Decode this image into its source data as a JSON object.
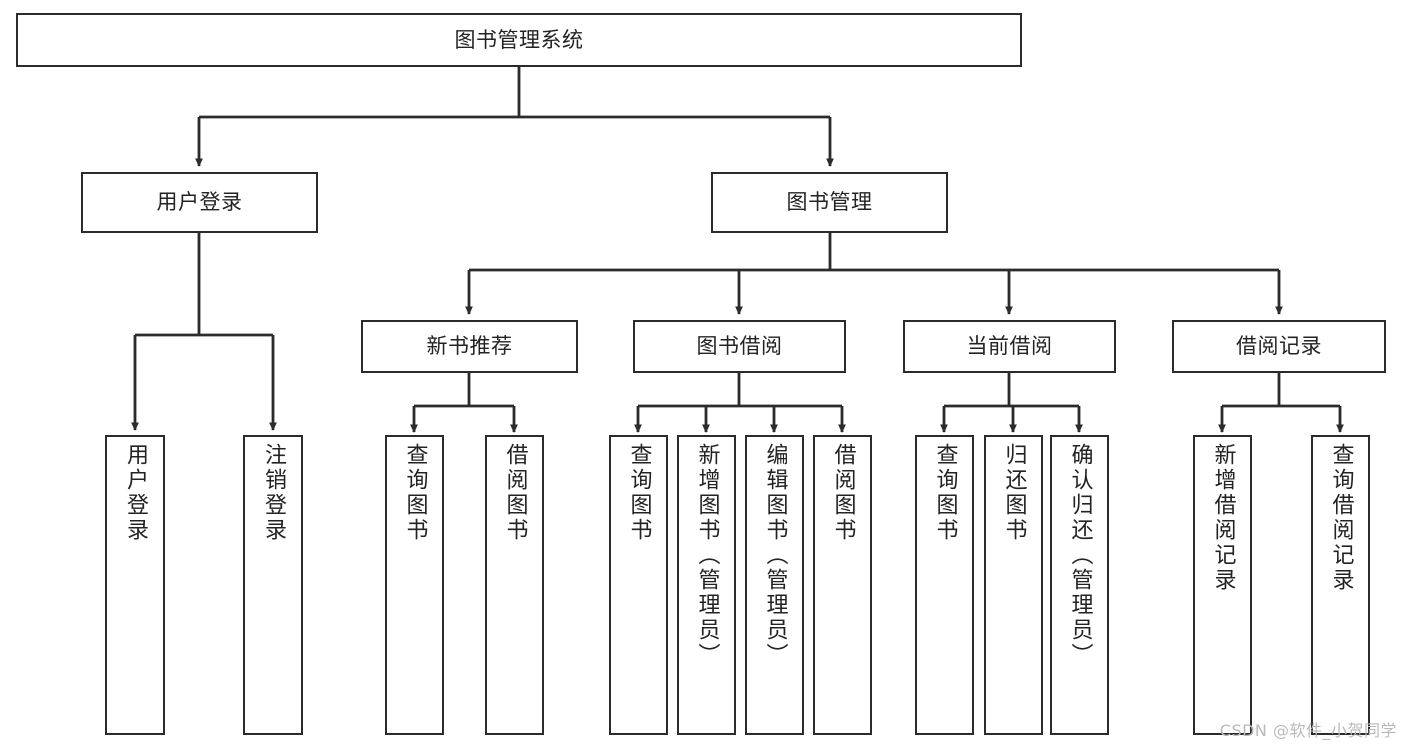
{
  "diagram": {
    "title": "图书管理系统",
    "type": "tree-hierarchy-chart",
    "watermark": "CSDN @软件_小贺同学",
    "colors": {
      "background": "#ffffff",
      "border": "#2b2b2b",
      "text": "#232323",
      "edge": "#2b2b2b",
      "watermark": "#b9b9b9"
    },
    "nodes": {
      "root": {
        "label": "图书管理系统"
      },
      "level1": [
        {
          "id": "user-login",
          "label": "用户登录"
        },
        {
          "id": "book-manage",
          "label": "图书管理"
        }
      ],
      "level2": [
        {
          "id": "new-book-recommend",
          "label": "新书推荐"
        },
        {
          "id": "book-borrow",
          "label": "图书借阅"
        },
        {
          "id": "current-borrow",
          "label": "当前借阅"
        },
        {
          "id": "borrow-record",
          "label": "借阅记录"
        }
      ],
      "leaves": {
        "user_login": [
          {
            "id": "leaf-user-login",
            "label": "用户登录"
          },
          {
            "id": "leaf-logout",
            "label": "注销登录"
          }
        ],
        "new_book_recommend": [
          {
            "id": "leaf-query-book-1",
            "label": "查询图书"
          },
          {
            "id": "leaf-borrow-book-1",
            "label": "借阅图书"
          }
        ],
        "book_borrow": [
          {
            "id": "leaf-query-book-2",
            "label": "查询图书"
          },
          {
            "id": "leaf-add-book",
            "label": "新增图书（管理员）"
          },
          {
            "id": "leaf-edit-book",
            "label": "编辑图书（管理员）"
          },
          {
            "id": "leaf-borrow-book-2",
            "label": "借阅图书"
          }
        ],
        "current_borrow": [
          {
            "id": "leaf-query-book-3",
            "label": "查询图书"
          },
          {
            "id": "leaf-return-book",
            "label": "归还图书"
          },
          {
            "id": "leaf-confirm-return",
            "label": "确认归还（管理员）"
          }
        ],
        "borrow_record": [
          {
            "id": "leaf-add-record",
            "label": "新增借阅记录"
          },
          {
            "id": "leaf-query-record",
            "label": "查询借阅记录"
          }
        ]
      }
    }
  }
}
